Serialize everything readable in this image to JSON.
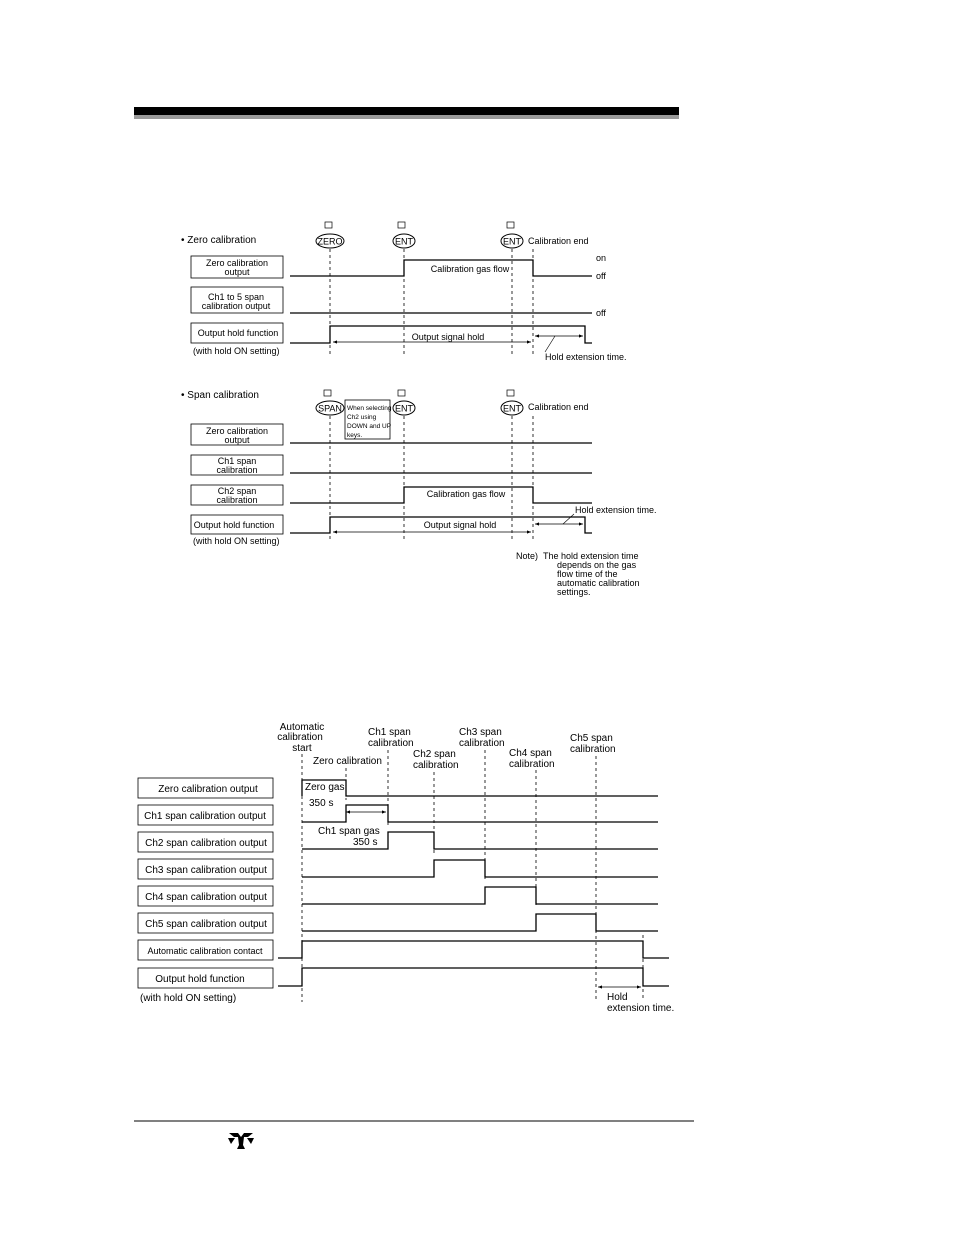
{
  "logo": {
    "name": "teledyne-logo"
  },
  "zero_section": {
    "title": "• Zero calibration",
    "key_zero": "ZERO",
    "key_ent": "ENT",
    "calibration_end": "Calibration end",
    "on_label": "on",
    "off_label": "off",
    "rows": [
      "Zero calibration output",
      "Ch1 to 5 span calibration output",
      "Output hold function"
    ],
    "hold_setting": "(with hold ON setting)",
    "gas_flow": "Calibration gas flow",
    "signal_hold": "Output signal hold",
    "hold_extension": "Hold extension time."
  },
  "span_section": {
    "title": "• Span calibration",
    "key_span": "SPAN",
    "key_ent": "ENT",
    "calibration_end": "Calibration end",
    "select_note": [
      "When selecting",
      "Ch2 using",
      "DOWN and UP",
      "keys."
    ],
    "rows": [
      "Zero calibration output",
      "Ch1 span calibration",
      "Ch2 span calibration",
      "Output hold function"
    ],
    "hold_setting": "(with hold ON setting)",
    "gas_flow": "Calibration gas flow",
    "signal_hold": "Output signal hold",
    "hold_extension": "Hold extension time.",
    "note_label": "Note)",
    "note_lines": [
      "The hold extension time",
      "depends on the gas",
      "flow time of the",
      "automatic calibration",
      "settings."
    ]
  },
  "auto_section": {
    "start_label": [
      "Automatic",
      "calibration",
      "start"
    ],
    "zero_cal": "Zero calibration",
    "ch1_span": [
      "Ch1 span",
      "calibration"
    ],
    "ch2_span": [
      "Ch2 span",
      "calibration"
    ],
    "ch3_span": [
      "Ch3 span",
      "calibration"
    ],
    "ch4_span": [
      "Ch4 span",
      "calibration"
    ],
    "ch5_span": [
      "Ch5 span",
      "calibration"
    ],
    "rows": [
      "Zero calibration output",
      "Ch1 span calibration output",
      "Ch2 span calibration output",
      "Ch3 span calibration output",
      "Ch4 span calibration output",
      "Ch5 span calibration output",
      "Automatic calibration contact",
      "Output hold function"
    ],
    "hold_setting": "(with hold ON setting)",
    "zero_gas": "Zero gas",
    "zero_time": "350 s",
    "ch1_gas": "Ch1 span gas",
    "ch1_time": "350 s",
    "hold_extension": [
      "Hold",
      "extension time."
    ]
  }
}
